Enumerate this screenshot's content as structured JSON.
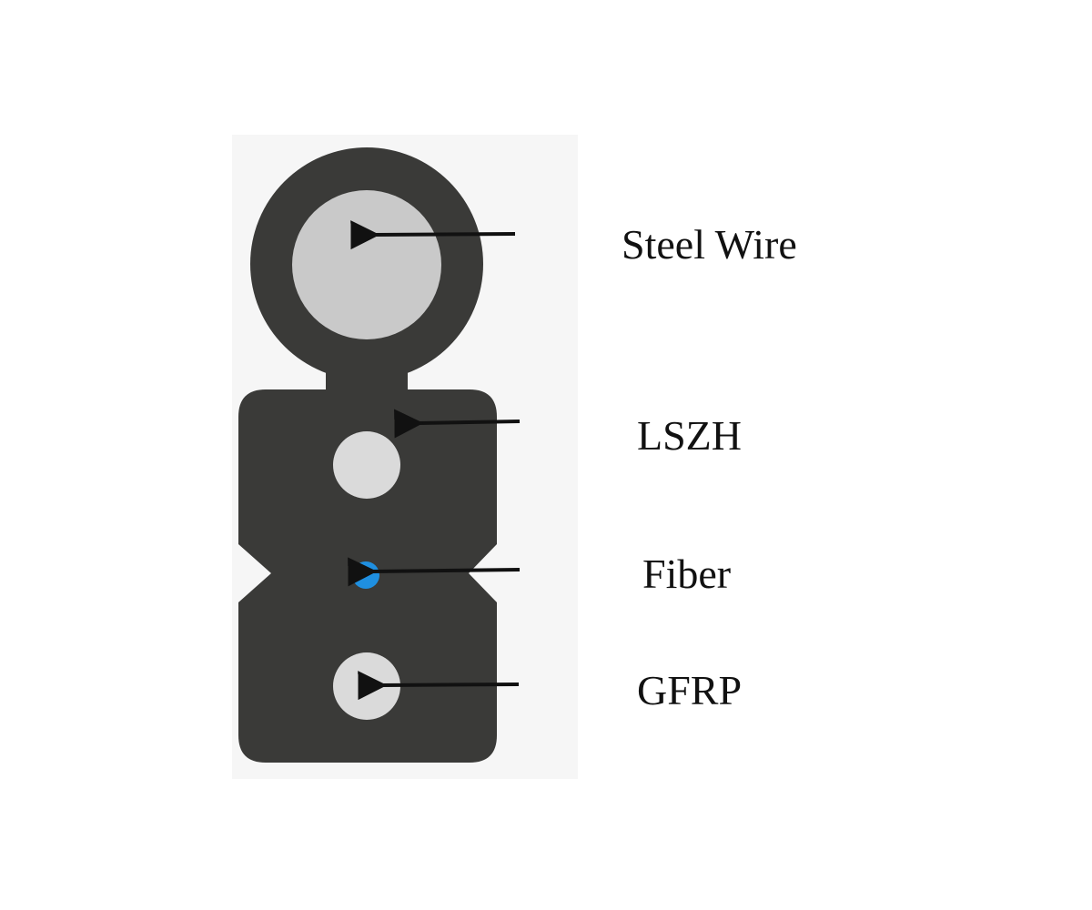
{
  "labels": {
    "steel_wire": "Steel Wire",
    "lszh": "LSZH",
    "fiber": "Fiber",
    "gfrp": "GFRP"
  },
  "colors": {
    "sheath": "#3a3a38",
    "steel_wire_core": "#c9c9c9",
    "gfrp_core": "#dadada",
    "fiber_core": "#1f8fe0",
    "arrow": "#111111",
    "label_text": "#111111",
    "backdrop": "#f6f6f6"
  }
}
